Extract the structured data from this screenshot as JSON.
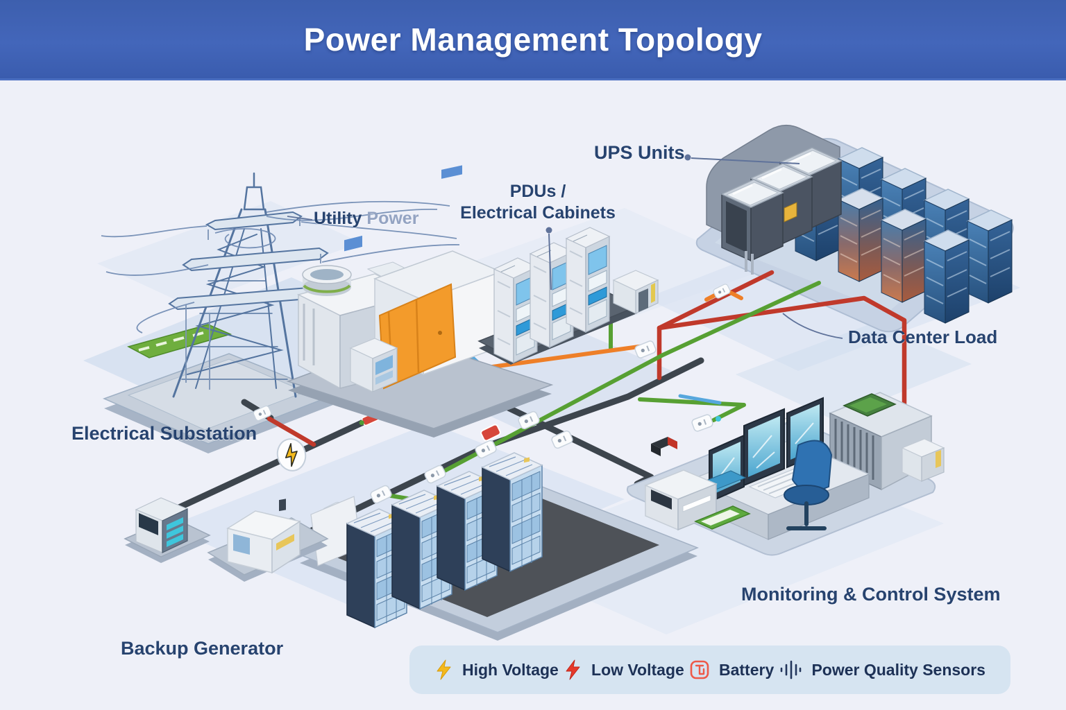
{
  "header": {
    "title": "Power Management Topology"
  },
  "labels": {
    "utility_power_primary": "Utility",
    "utility_power_secondary": "Power",
    "ups_units": "UPS Units",
    "pdus_line1": "PDUs /",
    "pdus_line2": "Electrical Cabinets",
    "data_center_load": "Data Center Load",
    "electrical_substation": "Electrical Substation",
    "backup_generator": "Backup Generator",
    "monitoring_control_system": "Monitoring & Control System"
  },
  "legend": {
    "items": [
      {
        "icon": "high-voltage-bolt-icon",
        "label": "High Voltage",
        "color": "#f3b71c"
      },
      {
        "icon": "low-voltage-bolt-icon",
        "label": "Low Voltage",
        "color": "#e6392b"
      },
      {
        "icon": "battery-icon",
        "label": "Battery",
        "color": "#ee5948"
      },
      {
        "icon": "power-quality-sensors-icon",
        "label": "Power Quality Sensors",
        "color": "#23365c"
      }
    ]
  },
  "colors": {
    "banner": "#4063b6",
    "background": "#eef0f8",
    "label_text": "#27436f",
    "cable_dark": "#3d454d",
    "cable_red": "#c0392b",
    "cable_green": "#57a033",
    "cable_orange": "#ee7f28",
    "cable_blue": "#56a7dd"
  }
}
